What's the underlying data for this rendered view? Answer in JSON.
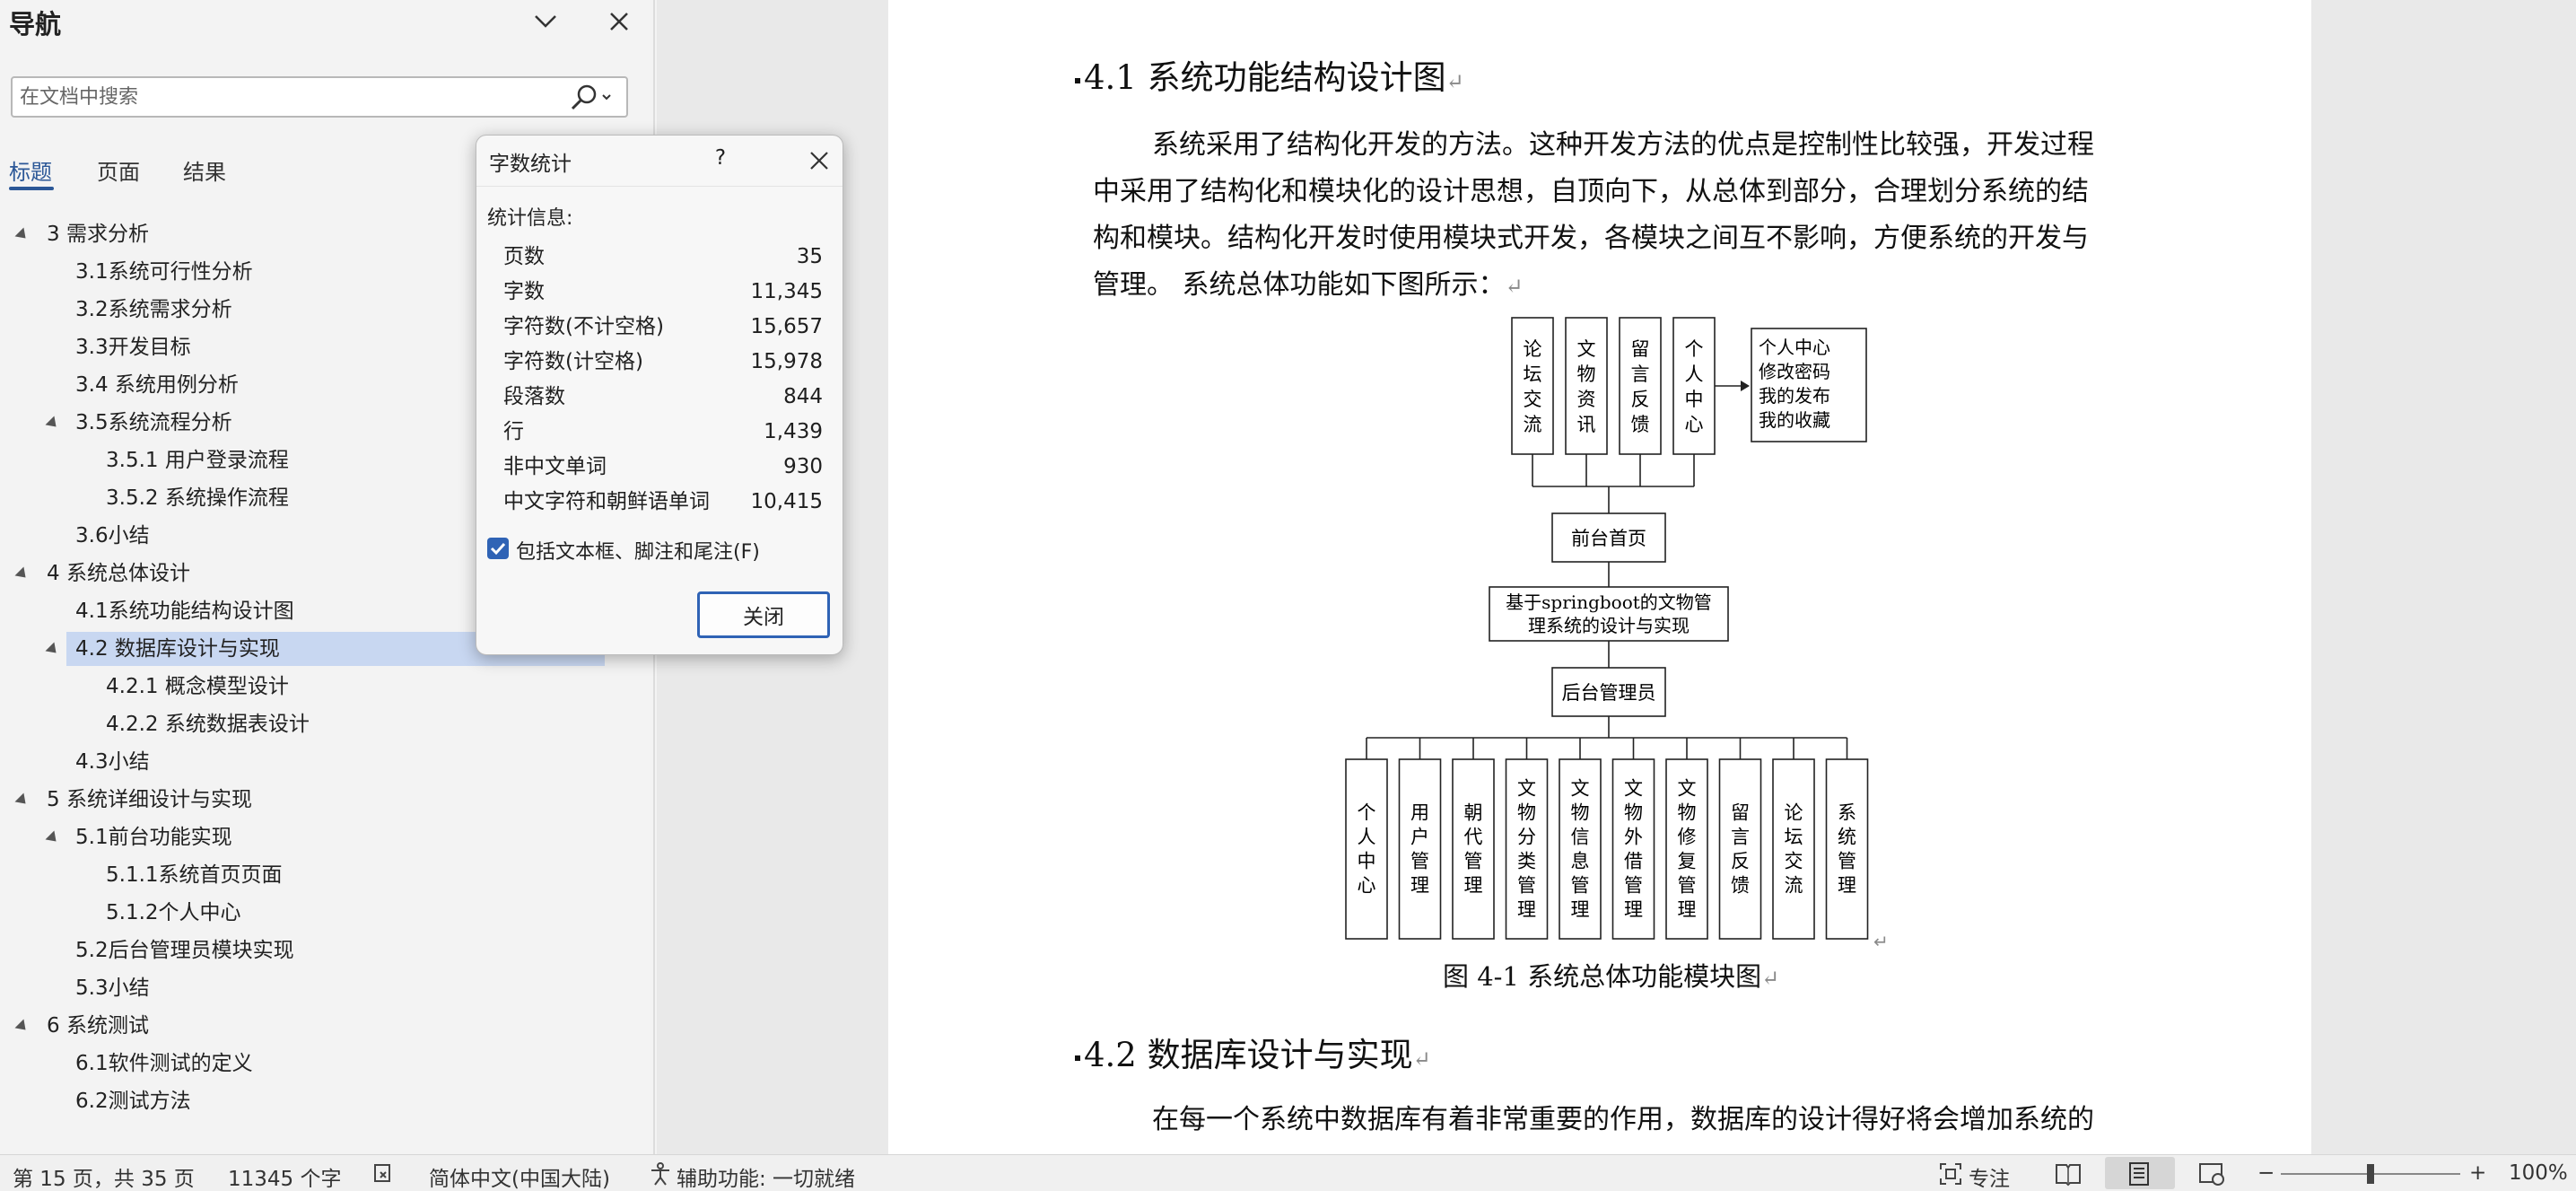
{
  "nav": {
    "title": "导航",
    "search_placeholder": "在文档中搜索",
    "tabs": [
      "标题",
      "页面",
      "结果"
    ],
    "items": [
      {
        "text": "3 需求分析",
        "level": 0,
        "expand": true
      },
      {
        "text": "3.1系统可行性分析",
        "level": 1
      },
      {
        "text": "3.2系统需求分析",
        "level": 1
      },
      {
        "text": "3.3开发目标",
        "level": 1
      },
      {
        "text": "3.4 系统用例分析",
        "level": 1
      },
      {
        "text": "3.5系统流程分析",
        "level": 1,
        "expand": true
      },
      {
        "text": "3.5.1 用户登录流程",
        "level": 2
      },
      {
        "text": "3.5.2 系统操作流程",
        "level": 2
      },
      {
        "text": "3.6小结",
        "level": 1
      },
      {
        "text": "4 系统总体设计",
        "level": 0,
        "expand": true
      },
      {
        "text": "4.1系统功能结构设计图",
        "level": 1
      },
      {
        "text": "4.2 数据库设计与实现",
        "level": 1,
        "expand": true,
        "selected": true
      },
      {
        "text": "4.2.1 概念模型设计",
        "level": 2
      },
      {
        "text": "4.2.2 系统数据表设计",
        "level": 2
      },
      {
        "text": "4.3小结",
        "level": 1
      },
      {
        "text": "5 系统详细设计与实现",
        "level": 0,
        "expand": true
      },
      {
        "text": "5.1前台功能实现",
        "level": 1,
        "expand": true
      },
      {
        "text": "5.1.1系统首页页面",
        "level": 2
      },
      {
        "text": "5.1.2个人中心",
        "level": 2
      },
      {
        "text": "5.2后台管理员模块实现",
        "level": 1
      },
      {
        "text": "5.3小结",
        "level": 1
      },
      {
        "text": "6 系统测试",
        "level": 0,
        "expand": true
      },
      {
        "text": "6.1软件测试的定义",
        "level": 1
      },
      {
        "text": "6.2测试方法",
        "level": 1
      }
    ]
  },
  "dialog": {
    "title": "字数统计",
    "help": "?",
    "stats_label": "统计信息:",
    "rows": [
      {
        "label": "页数",
        "value": "35"
      },
      {
        "label": "字数",
        "value": "11,345"
      },
      {
        "label": "字符数(不计空格)",
        "value": "15,657"
      },
      {
        "label": "字符数(计空格)",
        "value": "15,978"
      },
      {
        "label": "段落数",
        "value": "844"
      },
      {
        "label": "行",
        "value": "1,439"
      },
      {
        "label": "非中文单词",
        "value": "930"
      },
      {
        "label": "中文字符和朝鲜语单词",
        "value": "10,415"
      }
    ],
    "checkbox_label": "包括文本框、脚注和尾注(F)",
    "checkbox_checked": true,
    "close_label": "关闭"
  },
  "doc": {
    "heading1": "4.1 系统功能结构设计图",
    "para1": [
      "系统采用了结构化开发的方法。这种开发方法的优点是控制性比较强，开发过程",
      "中采用了结构化和模块化的设计思想，自顶向下，从总体到部分，合理划分系统的结",
      "构和模块。结构化开发时使用模块式开发，各模块之间互不影响，方便系统的开发与",
      "管理。    系统总体功能如下图所示："
    ],
    "diagram": {
      "front_modules": [
        "论坛交流",
        "文物资讯",
        "留言反馈",
        "个人中心"
      ],
      "personal_center_detail": [
        "个人中心",
        "修改密码",
        "我的发布",
        "我的收藏"
      ],
      "front_home": "前台首页",
      "system_title": [
        "基于springboot的文物管",
        "理系统的设计与实现"
      ],
      "admin": "后台管理员",
      "back_modules": [
        "个人中心",
        "用户管理",
        "朝代管理",
        "文物分类管理",
        "文物信息管理",
        "文物外借管理",
        "文物修复管理",
        "留言反馈",
        "论坛交流",
        "系统管理"
      ]
    },
    "caption": "图 4-1 系统总体功能模块图",
    "heading2": "4.2  数据库设计与实现",
    "para2": "在每一个系统中数据库有着非常重要的作用，数据库的设计得好将会增加系统的",
    "para_mark": "↵"
  },
  "status": {
    "page": "第 15 页，共 35 页",
    "words": "11345 个字",
    "language": "简体中文(中国大陆)",
    "accessibility": "辅助功能: 一切就绪",
    "focus": "专注",
    "zoom": "100%",
    "zoom_fraction": 0.5
  }
}
